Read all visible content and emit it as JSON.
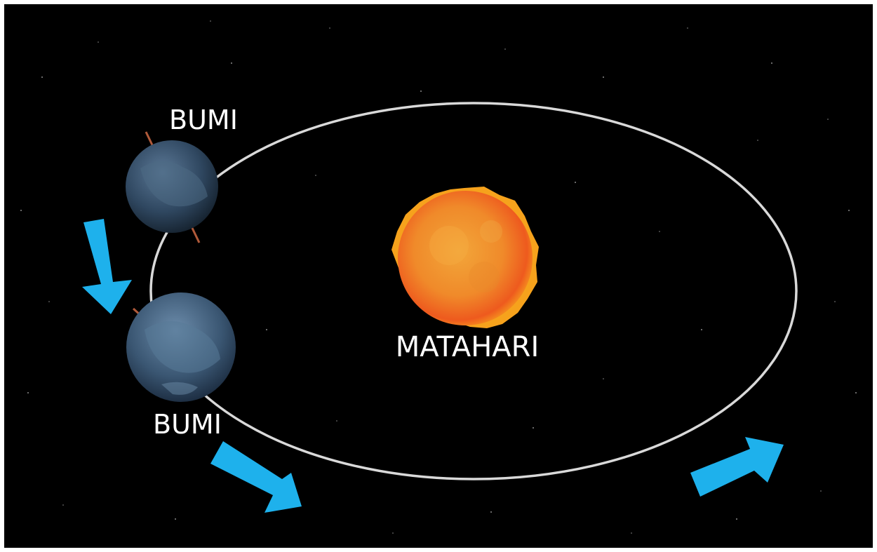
{
  "labels": {
    "earth_top": "BUMI",
    "earth_bottom": "BUMI",
    "sun": "MATAHARI"
  },
  "colors": {
    "space": "#000000",
    "frame": "#ffffff",
    "orbit": "#d9d9d9",
    "arrow": "#1eb1ec",
    "sun_core": "#f39a28",
    "sun_edge": "#f0461a",
    "earth": "#3d5a76",
    "earth_axis": "#b05a3a",
    "text": "#ffffff"
  },
  "icons": {
    "sun": "sun-icon",
    "earth": "earth-icon",
    "arrow": "arrow-icon"
  }
}
